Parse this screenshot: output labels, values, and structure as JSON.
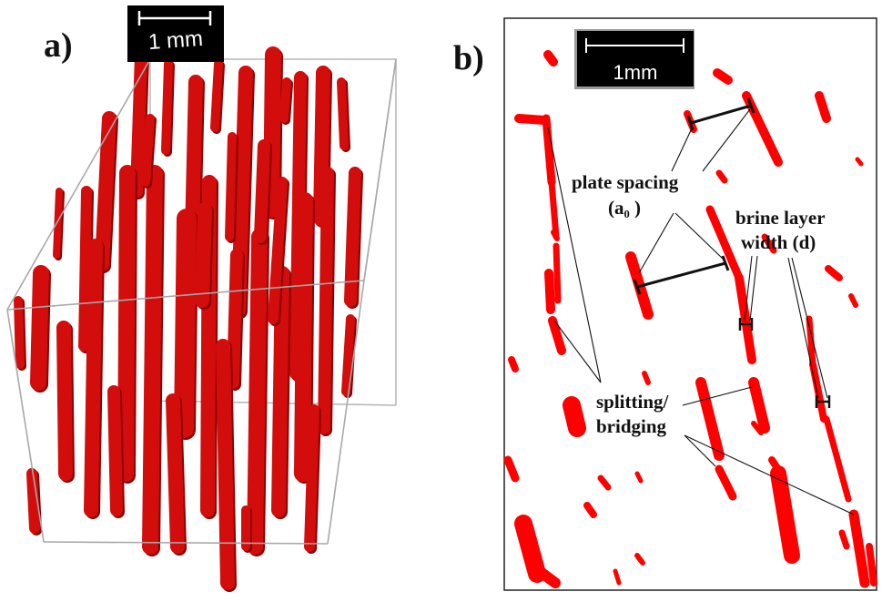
{
  "panels": {
    "a": {
      "label": "a)",
      "scale_bar": "1 mm",
      "colors": {
        "structure": "#d30c0c",
        "structure_dark": "#8a0000",
        "box": "#aaaaaa"
      }
    },
    "b": {
      "label": "b)",
      "scale_bar": "1mm",
      "colors": {
        "brine": "#ff0000",
        "frame": "#222222"
      },
      "annotations": {
        "plate_spacing_line1": "plate spacing",
        "plate_spacing_line2": "(a₀ )",
        "brine_layer_line1": "brine layer",
        "brine_layer_line2": "width (d)",
        "splitting_line1": "splitting/",
        "splitting_line2": "bridging"
      }
    }
  }
}
